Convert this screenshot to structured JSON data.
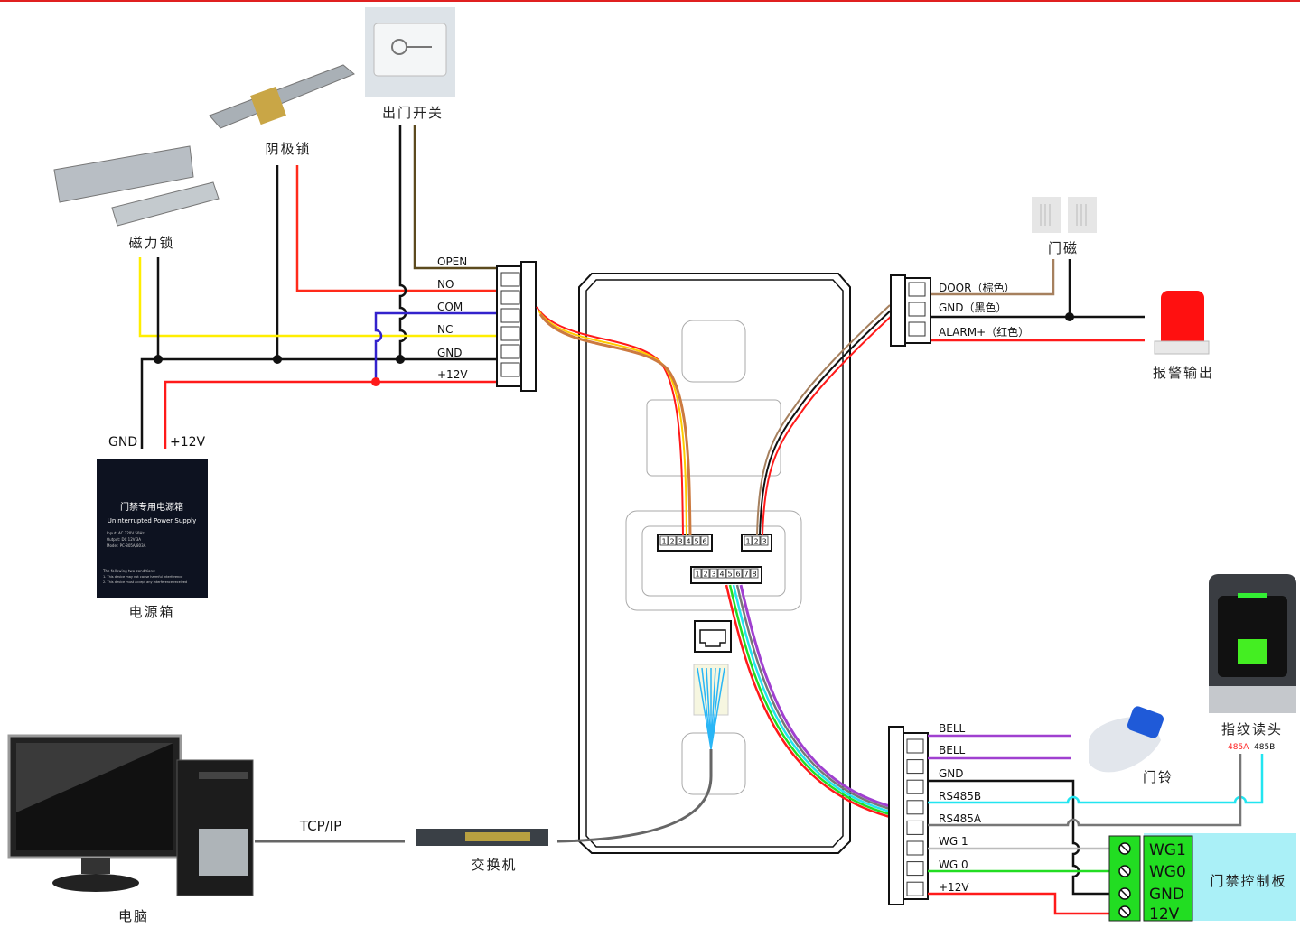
{
  "devices": {
    "exit_button": "出门开关",
    "strike_lock": "阴极锁",
    "mag_lock": "磁力锁",
    "power_box": "电源箱",
    "door_sensor": "门磁",
    "alarm": "报警输出",
    "fingerprint_reader": "指纹读头",
    "doorbell": "门铃",
    "controller": "门禁控制板",
    "switch": "交换机",
    "computer": "电脑"
  },
  "power_box_panel": {
    "title": "门禁专用电源箱",
    "subtitle": "Uninterrupted Power Supply",
    "input": "Input: AC 220V 50Hz",
    "output": "Output: DC 12V 3A",
    "model": "Model: PC-805A/803A",
    "note1": "The following two conditions:",
    "note2": "1. This device may not cause harmful interference",
    "note3": "2. This device must accept any interference received"
  },
  "power_labels": {
    "gnd": "GND",
    "v12": "+12V"
  },
  "left_connector": [
    "OPEN",
    "NO",
    "COM",
    "NC",
    "GND",
    "+12V"
  ],
  "right_top_connector": [
    "DOOR（棕色）",
    "GND（黑色）",
    "ALARM+（红色）"
  ],
  "bottom_connector": [
    "BELL",
    "BELL",
    "GND",
    "RS485B",
    "RS485A",
    "WG 1",
    "WG 0",
    "+12V"
  ],
  "reader_pins": {
    "a": "485A",
    "b": "485B"
  },
  "controller_terminals": [
    "WG1",
    "WG0",
    "GND",
    "12V"
  ],
  "network_label": "TCP/IP",
  "ports": {
    "p6": [
      "1",
      "2",
      "3",
      "4",
      "5",
      "6"
    ],
    "p3": [
      "1",
      "2",
      "3"
    ],
    "p8": [
      "1",
      "2",
      "3",
      "4",
      "5",
      "6",
      "7",
      "8"
    ]
  },
  "colors": {
    "red": "#ff1a1a",
    "yellow": "#ffee00",
    "blue": "#3322cc",
    "cyan": "#22e5f0",
    "green": "#22dd22",
    "purple": "#a040d0",
    "brown": "#a6805e",
    "olive": "#5c4a1e",
    "controller_bg": "#aaf0f7",
    "terminal": "#22dd22"
  }
}
